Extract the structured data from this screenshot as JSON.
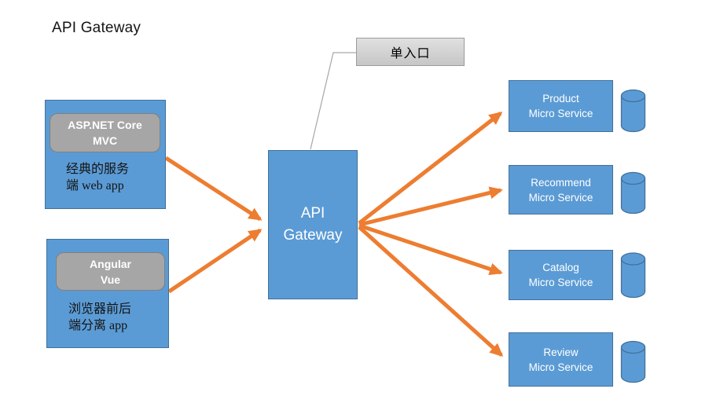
{
  "title": "API Gateway",
  "colors": {
    "node_fill": "#5B9BD5",
    "node_border": "#41719C",
    "arrow": "#ED7D31",
    "badge_fill": "#A6A6A6",
    "badge_border": "#7F7F7F",
    "callout_fill": "#D3D3D3",
    "callout_border": "#9B9B9B",
    "connector_line": "#A6A6A6"
  },
  "callout": {
    "label": "单入口"
  },
  "gateway": {
    "line1": "API",
    "line2": "Gateway"
  },
  "clients": [
    {
      "badge_line1": "ASP.NET Core",
      "badge_line2": "MVC",
      "caption_line1": "经典的服务",
      "caption_line2": "端 web app"
    },
    {
      "badge_line1": "Angular",
      "badge_line2": "Vue",
      "caption_line1": "浏览器前后",
      "caption_line2": "端分离 app"
    }
  ],
  "services": [
    {
      "line1": "Product",
      "line2": "Micro Service"
    },
    {
      "line1": "Recommend",
      "line2": "Micro Service"
    },
    {
      "line1": "Catalog",
      "line2": "Micro Service"
    },
    {
      "line1": "Review",
      "line2": "Micro Service"
    }
  ],
  "edges": [
    {
      "from": "client-webapp",
      "to": "api-gateway"
    },
    {
      "from": "client-spa",
      "to": "api-gateway"
    },
    {
      "from": "api-gateway",
      "to": "product-micro-service"
    },
    {
      "from": "api-gateway",
      "to": "recommend-micro-service"
    },
    {
      "from": "api-gateway",
      "to": "catalog-micro-service"
    },
    {
      "from": "api-gateway",
      "to": "review-micro-service"
    },
    {
      "from": "callout-single-entry",
      "to": "api-gateway"
    }
  ]
}
